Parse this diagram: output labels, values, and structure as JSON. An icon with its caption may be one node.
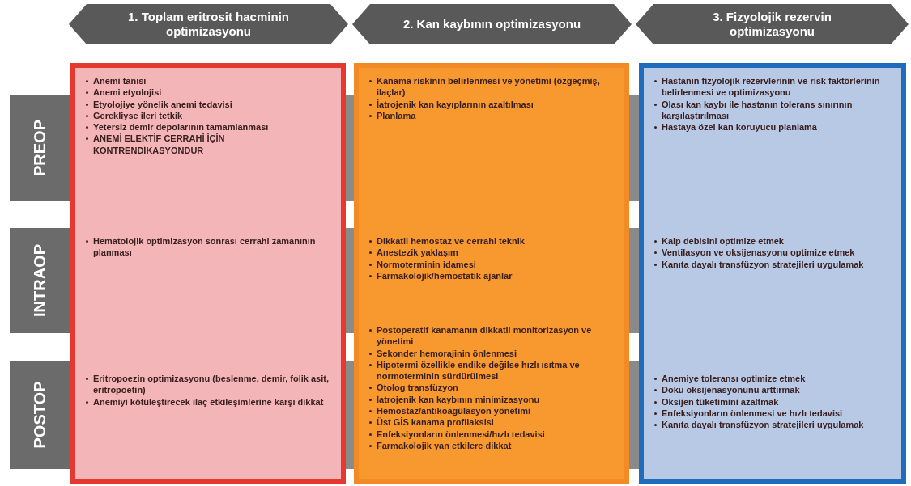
{
  "diagram": {
    "nodes": [
      {
        "text": [
          "1. Toplam eritrosit hacminin optimizasyonu"
        ]
      },
      {
        "text": [
          "2. Kan kaybının optimizasyonu"
        ]
      },
      {
        "text": [
          "3. Fizyolojik rezervin optimizasyonu"
        ]
      },
      {
        "text": [
          "PREOP"
        ]
      },
      {
        "text": [
          "INTRAOP"
        ]
      },
      {
        "text": [
          "POSTOP"
        ]
      },
      {
        "text": [
          "Anemi tanısı",
          "Anemi etyolojisi",
          "Etyolojiye yönelik anemi tedavisi",
          "Gerekliyse ileri tetkik",
          "Yetersiz demir depolarının tamamlanması",
          "ANEMİ ELEKTİF CERRAHİ İÇİN KONTRENDİKASYONDUR",
          "Hematolojik optimizasyon sonrası cerrahi zamanının planması",
          "Eritropoezin optimizasyonu (beslenme, demir, folik asit, eritropoetin)",
          "Anemiyi kötüleştirecek ilaç etkileşimlerine karşı dikkat"
        ]
      },
      {
        "text": [
          "Kanama riskinin belirlenmesi ve yönetimi (özgeçmiş, ilaçlar)",
          "İatrojenik kan kayıplarının azaltılması",
          "Planlama",
          "Dikkatli hemostaz ve cerrahi teknik",
          "Anestezik yaklaşım",
          "Normoterminin idamesi",
          "Farmakolojik/hemostatik ajanlar",
          "Postoperatif kanamanın dikkatli monitorizasyon ve yönetimi",
          "Sekonder hemorajinin önlenmesi",
          "Hipotermi özellikle endike değilse hızlı ısıtma ve normoterminin sürdürülmesi",
          "Otolog transfüzyon",
          "İatrojenik kan kaybının minimizasyonu",
          "Hemostaz/antikoagülasyon yönetimi",
          "Üst GİS kanama profilaksisi",
          "Enfeksiyonların önlenmesi/hızlı tedavisi",
          "Farmakolojik yan etkilere dikkat"
        ]
      },
      {
        "text": [
          "Hastanın fizyolojik rezervlerinin ve risk faktörlerinin belirlenmesi ve optimizasyonu",
          "Olası kan kaybı ile hastanın tolerans sınırının karşılaştırılması",
          "Hastaya özel kan koruyucu planlama",
          "Kalp debisini optimize etmek",
          "Ventilasyon ve oksijenasyonu optimize etmek",
          "Kanıta dayalı transfüzyon stratejileri uygulamak",
          "Anemiye toleransı optimize etmek",
          "Doku oksijenasyonunu arttırmak",
          "Oksijen tüketimini azaltmak",
          "Enfeksiyonların önlenmesi ve hızlı tedavisi",
          "Kanıta dayalı transfüzyon stratejileri uygulamak"
        ]
      }
    ]
  }
}
